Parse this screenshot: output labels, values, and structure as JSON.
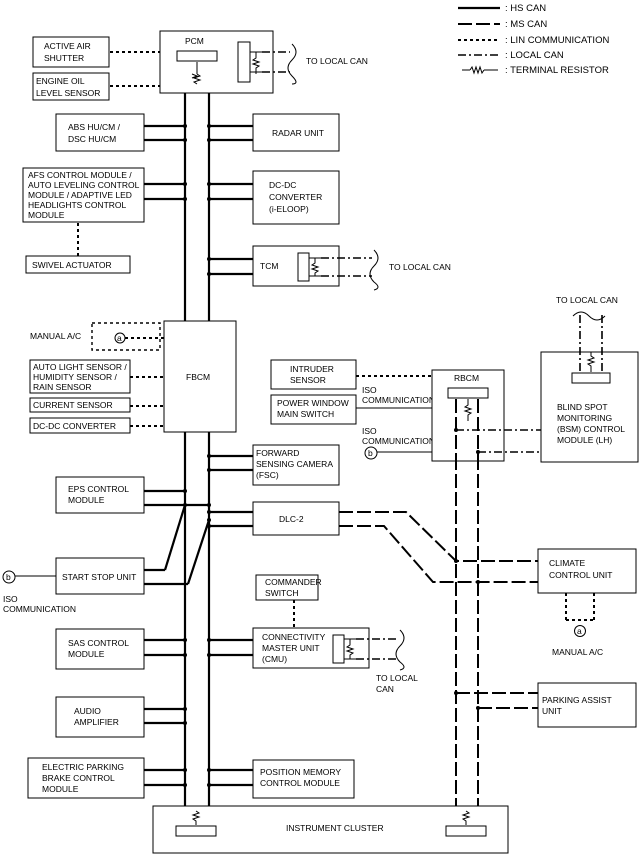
{
  "legend": {
    "hs_can": ": HS CAN",
    "ms_can": ": MS CAN",
    "lin": ": LIN COMMUNICATION",
    "local_can": ": LOCAL CAN",
    "resistor": ": TERMINAL RESISTOR"
  },
  "modules": {
    "pcm": "PCM",
    "active_air_shutter": [
      "ACTIVE AIR",
      "SHUTTER"
    ],
    "engine_oil": [
      "ENGINE OIL",
      "LEVEL SENSOR"
    ],
    "abs": [
      "ABS HU/CM /",
      "DSC HU/CM"
    ],
    "radar": "RADAR UNIT",
    "afs": [
      "AFS CONTROL MODULE /",
      "AUTO LEVELING CONTROL",
      "MODULE / ADAPTIVE LED",
      "HEADLIGHTS CONTROL",
      "MODULE"
    ],
    "dcdc_iel": [
      "DC-DC",
      "CONVERTER",
      "(i-ELOOP)"
    ],
    "swivel": "SWIVEL ACTUATOR",
    "tcm": "TCM",
    "manual_ac": "MANUAL A/C",
    "auto_light": [
      "AUTO LIGHT SENSOR /",
      "HUMIDITY SENSOR /",
      "RAIN SENSOR"
    ],
    "current_sensor": "CURRENT SENSOR",
    "dcdc": "DC-DC CONVERTER",
    "fbcm": "FBCM",
    "intruder": [
      "INTRUDER",
      "SENSOR"
    ],
    "power_window": [
      "POWER WINDOW",
      "MAIN SWITCH"
    ],
    "rbcm": "RBCM",
    "bsm": [
      "BLIND SPOT",
      "MONITORING",
      "(BSM) CONTROL",
      "MODULE (LH)"
    ],
    "fsc": [
      "FORWARD",
      "SENSING CAMERA",
      "(FSC)"
    ],
    "eps": [
      "EPS CONTROL",
      "MODULE"
    ],
    "dlc": "DLC-2",
    "start_stop": "START STOP UNIT",
    "climate": [
      "CLIMATE",
      "CONTROL UNIT"
    ],
    "commander": [
      "COMMANDER",
      "SWITCH"
    ],
    "sas": [
      "SAS CONTROL",
      "MODULE"
    ],
    "cmu": [
      "CONNECTIVITY",
      "MASTER UNIT",
      "(CMU)"
    ],
    "audio": [
      "AUDIO",
      "AMPLIFIER"
    ],
    "parking_assist": [
      "PARKING ASSIST",
      "UNIT"
    ],
    "epb": [
      "ELECTRIC PARKING",
      "BRAKE CONTROL",
      "MODULE"
    ],
    "position_memory": [
      "POSITION MEMORY",
      "CONTROL MODULE"
    ],
    "instrument_cluster": "INSTRUMENT CLUSTER"
  },
  "notes": {
    "to_local_can": "TO LOCAL CAN",
    "to_local_can_2": [
      "TO LOCAL",
      "CAN"
    ],
    "iso_comm": [
      "ISO",
      "COMMUNICATION"
    ],
    "manual_ac_2": "MANUAL A/C",
    "marker_a": "a",
    "marker_b": "b"
  }
}
